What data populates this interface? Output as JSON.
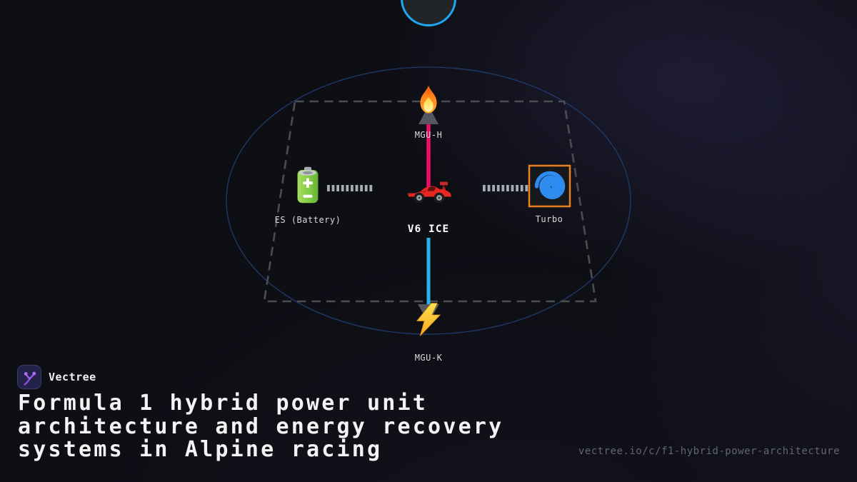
{
  "brand": {
    "name": "Vectree",
    "logo_icon": "vectree-branch-icon",
    "logo_color": "#a25ef0"
  },
  "title": {
    "text": "Formula 1 hybrid power unit\narchitecture and energy recovery\nsystems in Alpine racing"
  },
  "footer": {
    "url": "vectree.io/c/f1-hybrid-power-architecture"
  },
  "diagram": {
    "nodes": {
      "mgu_h": {
        "label": "MGU-H",
        "icon": "fire-icon"
      },
      "es": {
        "label": "ES (Battery)",
        "icon": "battery-icon"
      },
      "v6_ice": {
        "label": "V6 ICE",
        "icon": "racing-car-icon"
      },
      "turbo": {
        "label": "Turbo",
        "icon": "cyclone-icon"
      },
      "mgu_k": {
        "label": "MGU-K",
        "icon": "lightning-icon"
      }
    },
    "colors": {
      "ers_heat_link": "#ee0d66",
      "ers_kinetic_link": "#29b2ef",
      "turbo_box_border": "#e8821e",
      "portal_circle": "#1fa9f2",
      "orbit_ellipse": "#1e3c6b",
      "boundary_dash": "#4b4d51",
      "mech_link": "#a7abb2",
      "arrow": "#55585e"
    }
  }
}
